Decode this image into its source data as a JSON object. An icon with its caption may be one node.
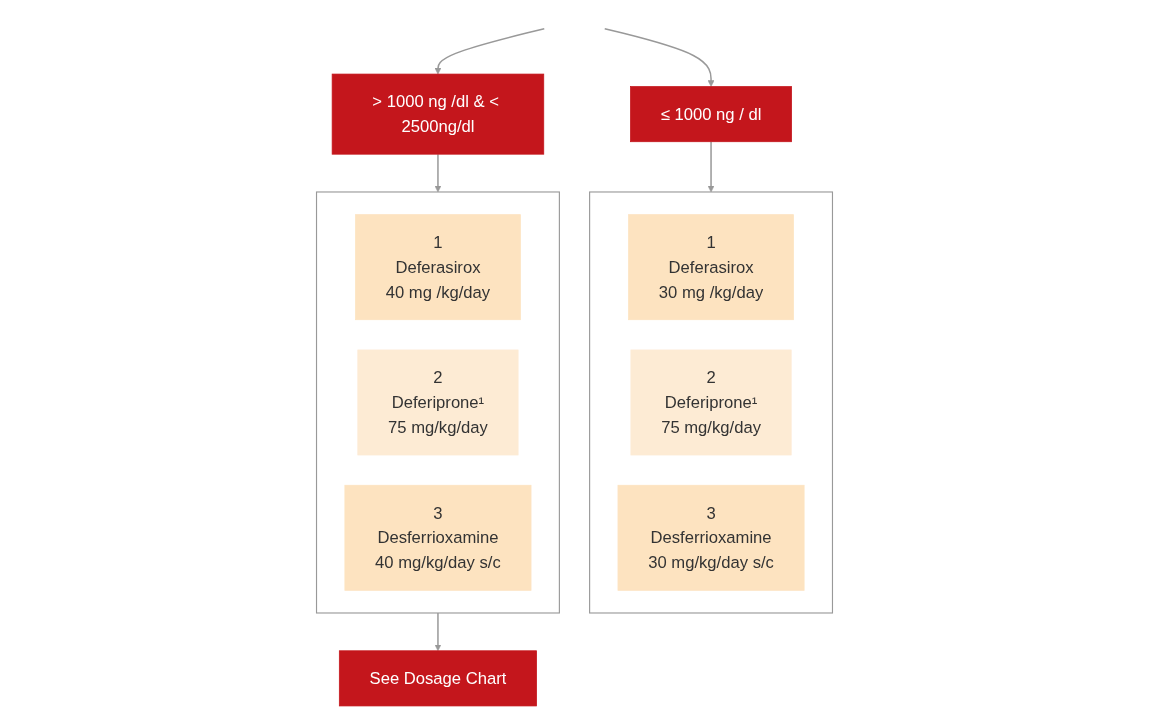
{
  "diagram": {
    "nodes": [
      {
        "text": [
          "≤ 1000 ng / dl"
        ]
      },
      {
        "text": [
          "> 1000 ng /dl & < 2500ng/dl"
        ]
      },
      {
        "text": [],
        "shape": "box"
      },
      {
        "text": [
          "1",
          "Deferasirox",
          "30 mg /kg/day"
        ],
        "in": 2
      },
      {
        "text": [
          "2",
          "Deferiprone¹",
          "75 mg/kg/day"
        ],
        "in": 2
      },
      {
        "text": [
          "3",
          "Desferrioxamine",
          "30 mg/kg/day s/c"
        ],
        "in": 2
      },
      {
        "text": [],
        "shape": "box"
      },
      {
        "text": [
          "1",
          "Deferasirox",
          "40 mg /kg/day"
        ],
        "in": 6
      },
      {
        "text": [
          "2",
          "Deferiprone¹",
          "75 mg/kg/day"
        ],
        "in": 6
      },
      {
        "text": [
          "3",
          "Desferrioxamine",
          "40 mg/kg/day s/c"
        ],
        "in": 6
      },
      {
        "text": [
          "See Dosage Chart"
        ]
      }
    ],
    "edges": [
      {
        "from": null,
        "to": 0,
        "arrow": "to"
      },
      {
        "from": null,
        "to": 1,
        "arrow": "to"
      },
      {
        "from": 0,
        "to": 2,
        "arrow": "to"
      },
      {
        "from": 1,
        "to": 6,
        "arrow": "to"
      },
      {
        "from": 6,
        "to": 10,
        "arrow": "to"
      }
    ]
  }
}
